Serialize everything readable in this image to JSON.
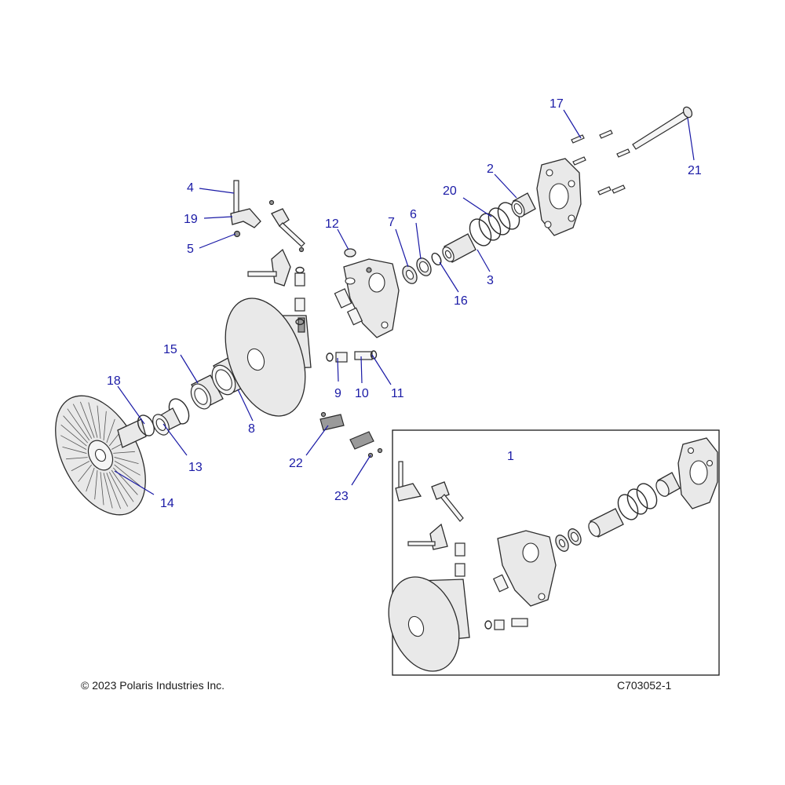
{
  "copyright": "© 2023 Polaris Industries Inc.",
  "drawing_id": "C703052-1",
  "assembly_label": "1",
  "callouts": [
    {
      "id": "2",
      "label": "2"
    },
    {
      "id": "3",
      "label": "3"
    },
    {
      "id": "4",
      "label": "4"
    },
    {
      "id": "5",
      "label": "5"
    },
    {
      "id": "6",
      "label": "6"
    },
    {
      "id": "7",
      "label": "7"
    },
    {
      "id": "8",
      "label": "8"
    },
    {
      "id": "9",
      "label": "9"
    },
    {
      "id": "10",
      "label": "10"
    },
    {
      "id": "11",
      "label": "11"
    },
    {
      "id": "12",
      "label": "12"
    },
    {
      "id": "13",
      "label": "13"
    },
    {
      "id": "14",
      "label": "14"
    },
    {
      "id": "15",
      "label": "15"
    },
    {
      "id": "16",
      "label": "16"
    },
    {
      "id": "17",
      "label": "17"
    },
    {
      "id": "18",
      "label": "18"
    },
    {
      "id": "19",
      "label": "19"
    },
    {
      "id": "20",
      "label": "20"
    },
    {
      "id": "21",
      "label": "21"
    },
    {
      "id": "22",
      "label": "22"
    },
    {
      "id": "23",
      "label": "23"
    }
  ],
  "colors": {
    "callout": "#1a1aa6",
    "line": "#2b2b2b"
  }
}
